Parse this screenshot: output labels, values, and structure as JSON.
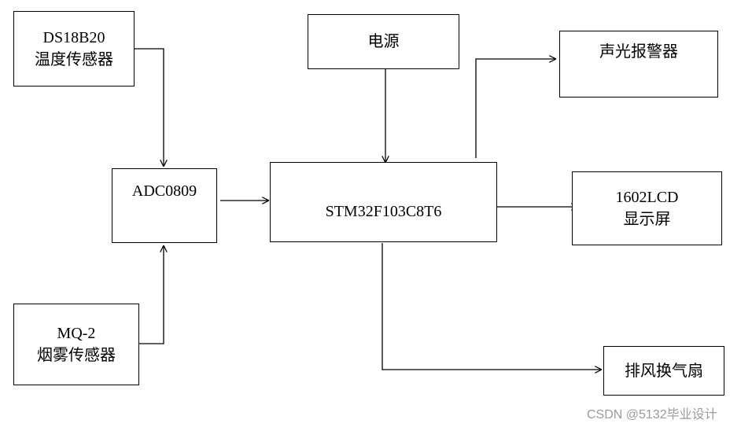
{
  "blocks": {
    "ds18b20": {
      "line1": "DS18B20",
      "line2": "温度传感器"
    },
    "power": {
      "label": "电源"
    },
    "alarm": {
      "label": "声光报警器"
    },
    "adc": {
      "label": "ADC0809"
    },
    "mcu": {
      "label": "STM32F103C8T6"
    },
    "lcd": {
      "line1": "1602LCD",
      "line2": "显示屏"
    },
    "mq2": {
      "line1": "MQ-2",
      "line2": "烟雾传感器"
    },
    "fan": {
      "label": "排风换气扇"
    }
  },
  "watermark": "CSDN @5132毕业设计"
}
